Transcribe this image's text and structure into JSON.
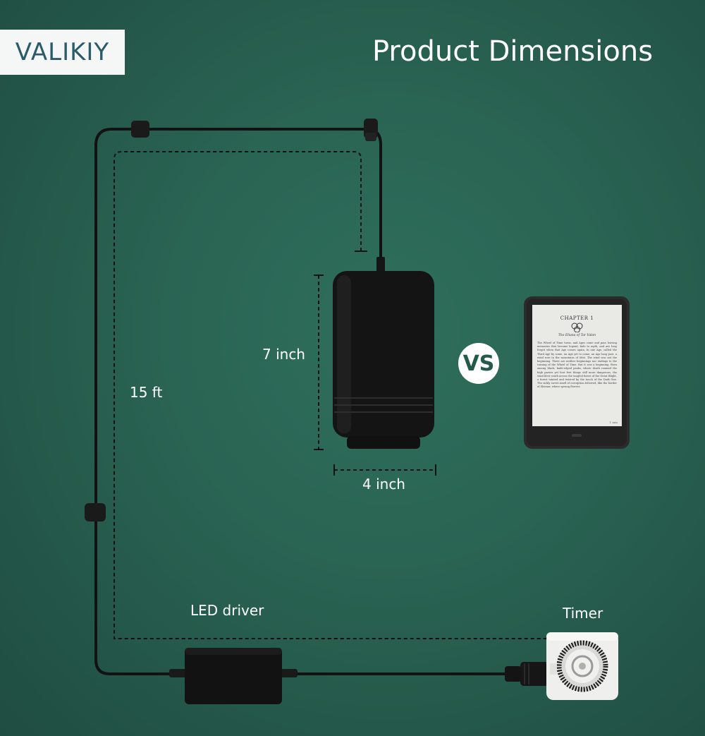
{
  "brand": {
    "logo_text": "VALIKIY"
  },
  "header": {
    "title": "Product Dimensions"
  },
  "dimensions": {
    "height_label": "7 inch",
    "width_label": "4 inch",
    "cord_label": "15 ft"
  },
  "components": {
    "driver_label": "LED driver",
    "timer_label": "Timer"
  },
  "comparison": {
    "vs_label": "VS",
    "ereader_chapter": "CHAPTER 1",
    "ereader_subtitle": "The Eliana of Tar Valon",
    "ereader_text": "The Wheel of Time turns, and Ages come and pass leaving memories that become legend, fade to myth, and are long forgot when that Age comes again. In one Age, called the Third Age by some, an Age yet to come, an Age long past, a wind rose in the mountains of Mist. The wind was not the beginning. There are neither beginnings nor endings to the turning of the Wheel of Time. But it was a beginning. Born among black, knife-edged peaks, where death roamed the high passes yet foot feet things still more dangerous, the wind blew south across the tangled forest of the Great Blight, a forest tainted and twisted by the touch of the Dark One. The sickly sweet smell of corruption followed, like the border of Shienar, where sprung flowers.",
    "ereader_footer": "1 min"
  },
  "colors": {
    "background": "#2a6453",
    "cable": "#111111",
    "white": "#ffffff"
  }
}
